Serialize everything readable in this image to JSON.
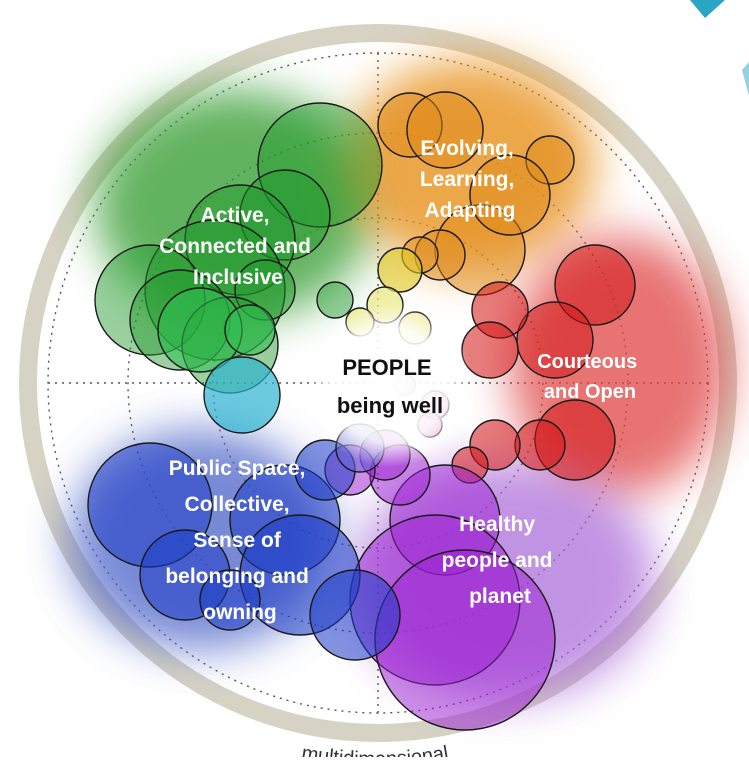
{
  "center": {
    "line1": "PEOPLE",
    "line2": "being well"
  },
  "ring_label": "multidimensional",
  "segments": [
    {
      "key": "active",
      "lines": [
        "Active,",
        "Connected and",
        "Inclusive"
      ],
      "color": "#1e9a2c"
    },
    {
      "key": "evolving",
      "lines": [
        "Evolving,",
        "Learning,",
        "Adapting"
      ],
      "color": "#e28a1a"
    },
    {
      "key": "courteous",
      "lines": [
        "Courteous",
        "and Open"
      ],
      "color": "#d81a1a"
    },
    {
      "key": "healthy",
      "lines": [
        "Healthy",
        "people and",
        "planet"
      ],
      "color": "#9a1fd0"
    },
    {
      "key": "public",
      "lines": [
        "Public Space,",
        "Collective,",
        "Sense of",
        "belonging and",
        "owning"
      ],
      "color": "#1e3fc8"
    }
  ],
  "colors": {
    "ring": "#d6d2c4",
    "green": "#1e9a2c",
    "orange": "#e28a1a",
    "red": "#d81a1a",
    "purple": "#9a1fd0",
    "blue": "#1e3fc8",
    "cyan": "#2fb6cf",
    "yellow": "#d7e04a"
  }
}
